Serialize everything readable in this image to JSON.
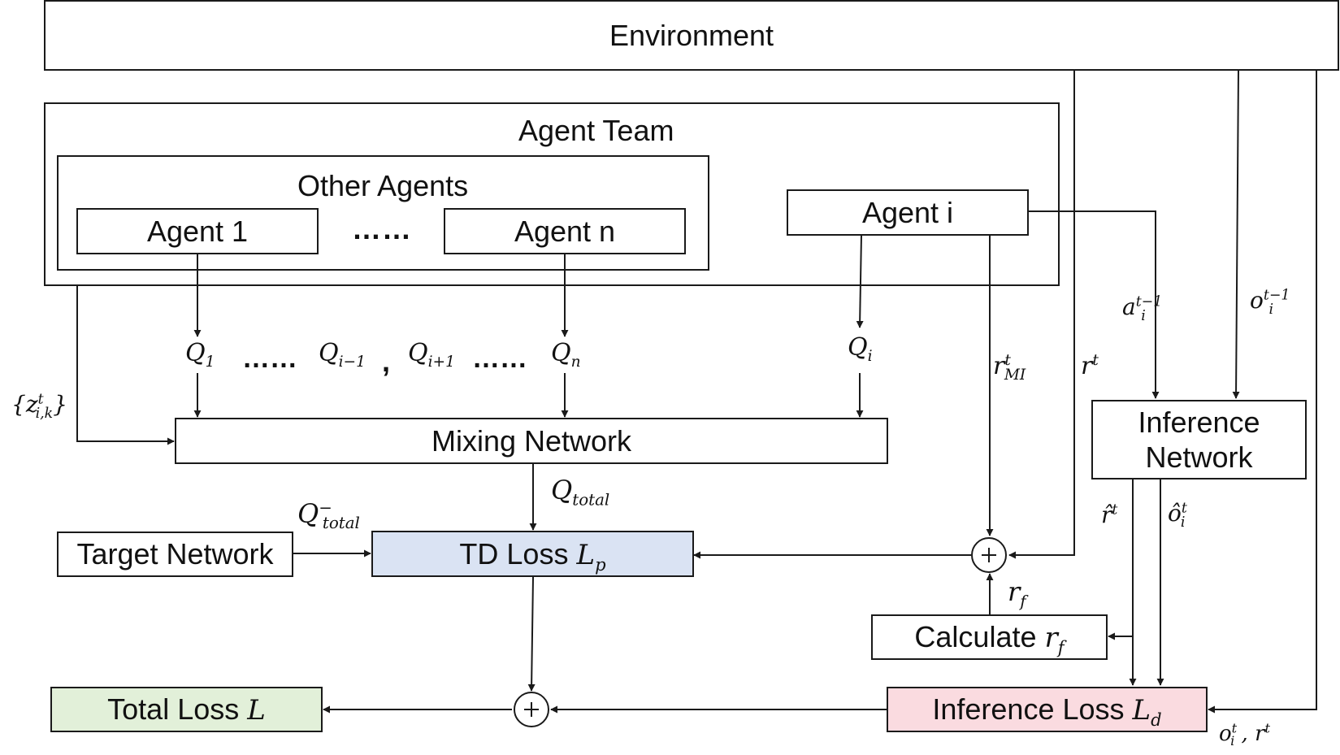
{
  "boxes": {
    "environment": "Environment",
    "agent_team": "Agent Team",
    "other_agents": "Other Agents",
    "agent_1": "Agent 1",
    "dots_agents": "……",
    "agent_n": "Agent n",
    "agent_i": "Agent i",
    "mixing_network": "Mixing Network",
    "target_network": "Target Network",
    "td_loss": "TD Loss",
    "td_loss_symbol": "L",
    "td_loss_sub": "p",
    "calculate_rf": "Calculate",
    "calculate_rf_symbol": "r",
    "calculate_rf_sub": "f",
    "inference_network_line1": "Inference",
    "inference_network_line2": "Network",
    "total_loss": "Total Loss",
    "total_loss_symbol": "L",
    "inference_loss": "Inference Loss",
    "inference_loss_symbol": "L",
    "inference_loss_sub": "d"
  },
  "labels": {
    "q1": {
      "base": "Q",
      "sub": "1"
    },
    "dots_q_left": "……",
    "q_im1": {
      "base": "Q",
      "sub": "i−1"
    },
    "comma": ",",
    "q_ip1": {
      "base": "Q",
      "sub": "i+1"
    },
    "dots_q_right": "……",
    "qn": {
      "base": "Q",
      "sub": "n"
    },
    "qi": {
      "base": "Q",
      "sub": "i"
    },
    "z": {
      "pre": "{z",
      "sup": "t",
      "sub": "i,k",
      "post": "}"
    },
    "q_total": {
      "base": "Q",
      "sub": "total"
    },
    "q_total_minus": {
      "base": "Q",
      "sup": "−",
      "sub": "total"
    },
    "r_mi": {
      "base": "r",
      "sup": "t",
      "sub": "MI"
    },
    "r_t": {
      "base": "r",
      "sup": "t"
    },
    "a_prev": {
      "base": "a",
      "sup": "t−1",
      "sub": "i"
    },
    "o_prev": {
      "base": "o",
      "sup": "t−1",
      "sub": "i"
    },
    "r_f": {
      "base": "r",
      "sub": "f"
    },
    "r_hat": {
      "base": "r̂",
      "sup": "t"
    },
    "o_hat": {
      "base": "ô",
      "sup": "t",
      "sub": "i"
    },
    "o_r_bottom": {
      "base": "o",
      "sup": "t",
      "sub": "i",
      "post": " , r",
      "post_sup": "t"
    }
  }
}
